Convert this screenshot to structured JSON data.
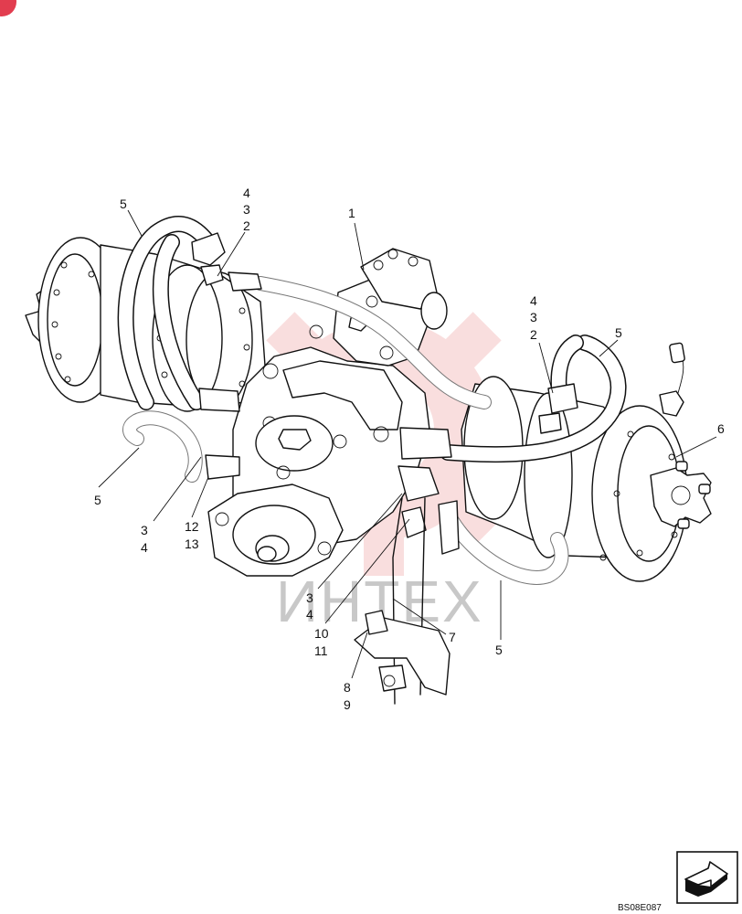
{
  "watermark": {
    "text": "ИНТЕХ",
    "color": "#e8a0a0"
  },
  "corner_badge": {
    "color": "#e23d4f"
  },
  "figure_id": "BS08E087",
  "callouts": {
    "c1": "1",
    "c2_left": "2",
    "c3_left_top": "3",
    "c4_left_top": "4",
    "c5_left_top": "5",
    "c2_right": "2",
    "c3_right_top": "3",
    "c4_right_top": "4",
    "c5_right_top": "5",
    "c6": "6",
    "c5_left_bottom": "5",
    "c3_left_bottom": "3",
    "c4_left_bottom": "4",
    "c12": "12",
    "c13": "13",
    "c3_center": "3",
    "c4_center": "4",
    "c10": "10",
    "c11": "11",
    "c7": "7",
    "c8": "8",
    "c9": "9",
    "c5_right_bottom": "5"
  },
  "nav_icon": "next-page-arrow-icon"
}
